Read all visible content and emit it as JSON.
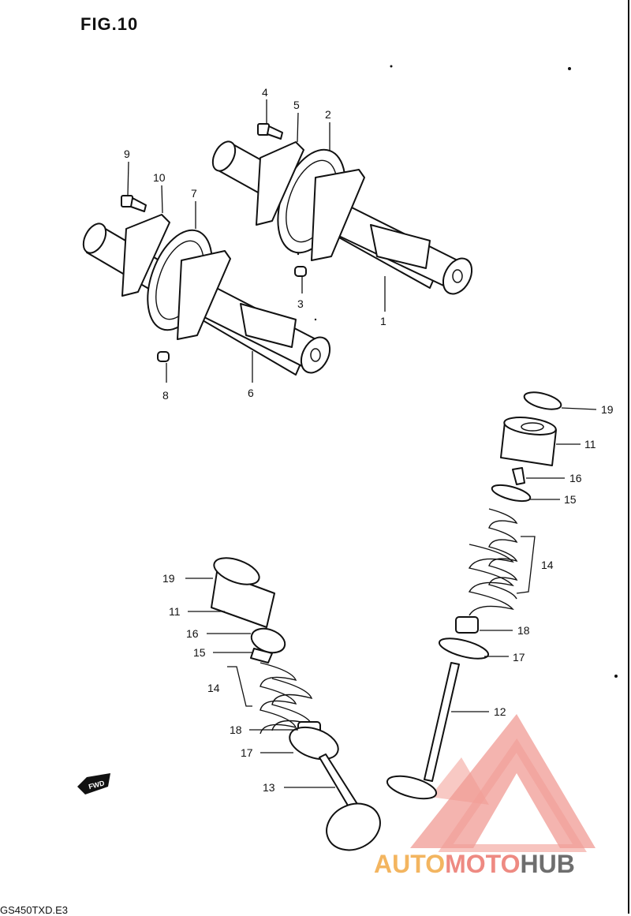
{
  "figure": {
    "title": "FIG.10"
  },
  "footer": {
    "code": "GS450TXD.E3"
  },
  "fwd_marker": {
    "label": "FWD"
  },
  "watermark": {
    "part1": "AUTO",
    "part2": "MOTO",
    "part3": "HUB",
    "colors": {
      "auto": "#f3b560",
      "moto": "#ee8a82",
      "hub": "#6e6e6e",
      "logo": "#ee8a82"
    }
  },
  "callouts": {
    "c1": "1",
    "c2": "2",
    "c3": "3",
    "c4": "4",
    "c5": "5",
    "c6": "6",
    "c7": "7",
    "c8": "8",
    "c9": "9",
    "c10": "10",
    "r19": "19",
    "r11": "11",
    "r16": "16",
    "r15": "15",
    "r14": "14",
    "r18": "18",
    "r17": "17",
    "r12": "12",
    "l19": "19",
    "l11": "11",
    "l16": "16",
    "l15": "15",
    "l14": "14",
    "l18": "18",
    "l17": "17",
    "l13": "13"
  }
}
